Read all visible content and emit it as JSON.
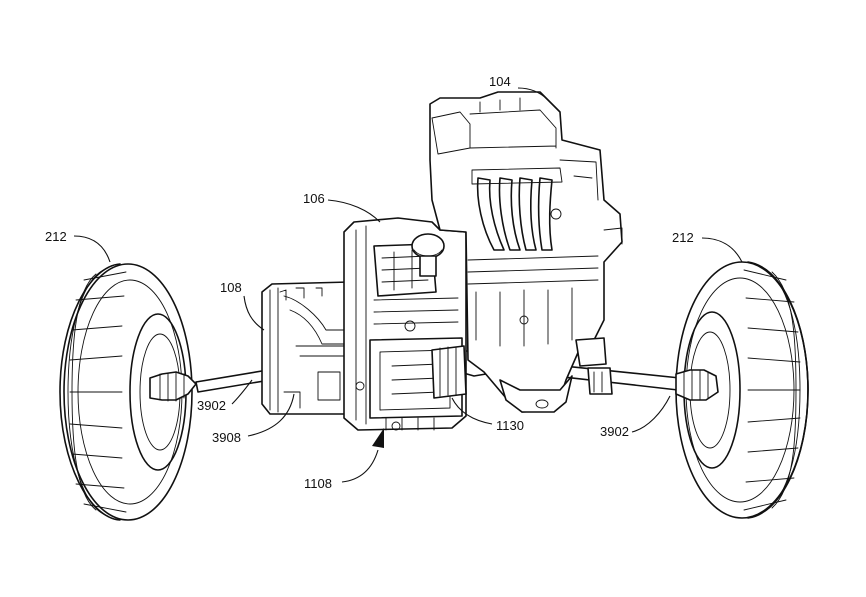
{
  "reference_numerals": {
    "engine": "104",
    "control_module": "106",
    "transmission_housing": "108",
    "left_wheel": "212",
    "right_wheel": "212",
    "left_half_shaft": "3902",
    "right_half_shaft": "3902",
    "cv_boot": "3908",
    "gear_assembly": "1108",
    "output_shaft": "1130"
  }
}
